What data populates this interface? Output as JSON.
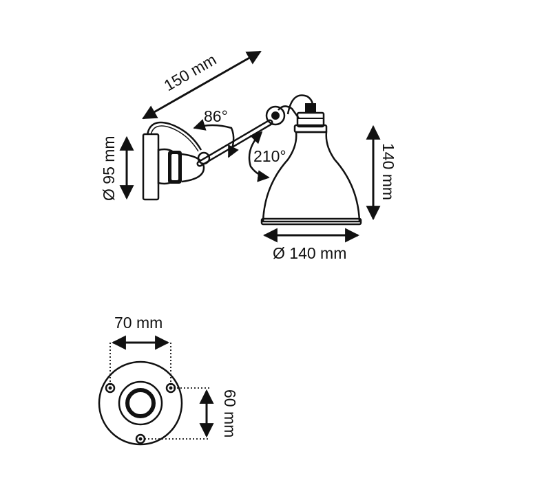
{
  "dimensions": {
    "arm_length": "150 mm",
    "arm_angle": "86°",
    "shade_angle": "210°",
    "base_diameter": "Ø 95 mm",
    "shade_height": "140 mm",
    "shade_diameter": "Ø 140 mm",
    "plate_width": "70 mm",
    "plate_height": "60 mm"
  },
  "colors": {
    "line": "#111111",
    "background": "#ffffff"
  }
}
